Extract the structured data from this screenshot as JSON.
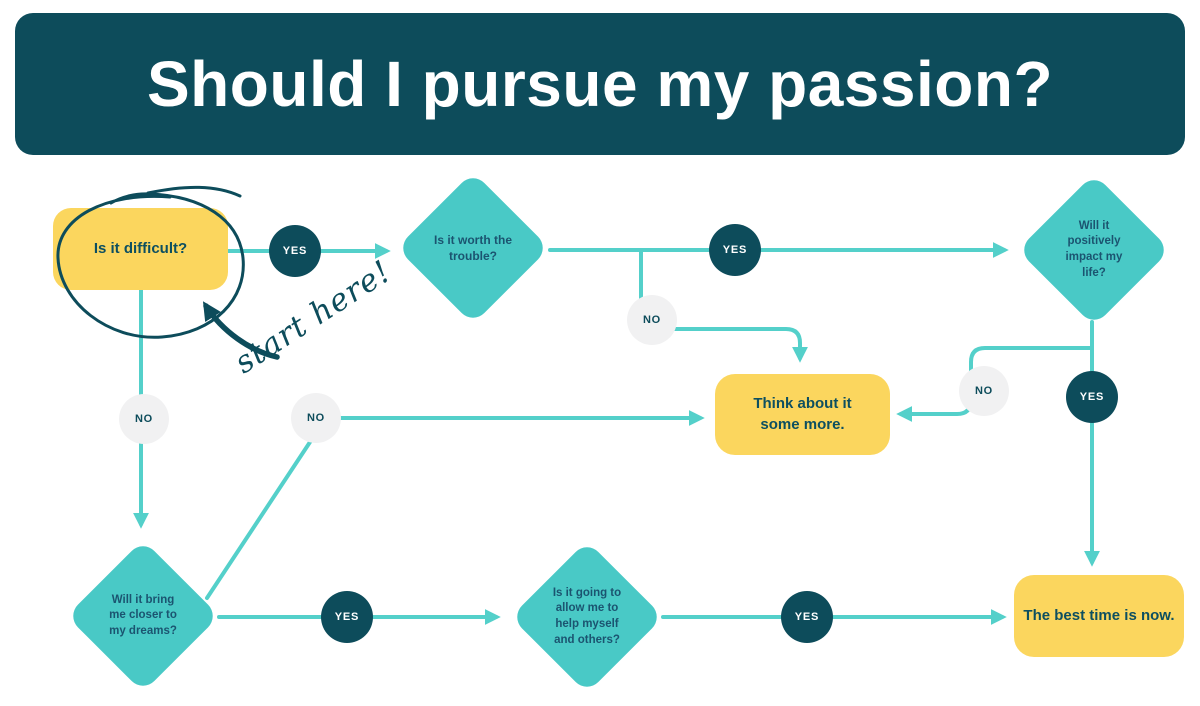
{
  "header": {
    "title": "Should I pursue my passion?"
  },
  "annotation": {
    "start_here": "start here!"
  },
  "labels": {
    "yes": "YES",
    "no": "NO"
  },
  "nodes": {
    "difficult": "Is it difficult?",
    "worth": "Is it worth the trouble?",
    "impact": "Will it positively impact my life?",
    "dreams": "Will it bring me closer to my dreams?",
    "help": "Is it going to allow me to help myself and others?",
    "think": "Think about it some more.",
    "best": "The best time is now."
  },
  "colors": {
    "banner": "#0d4c5b",
    "diamond_fill": "#49c9c6",
    "connector": "#54d0ca",
    "result_box_fill": "#fbd65e",
    "no_circle_fill": "#f1f1f2",
    "yes_circle_fill": "#0d4c5b",
    "node_text": "#1b5470",
    "annotation_ink": "#0d4c5b"
  }
}
